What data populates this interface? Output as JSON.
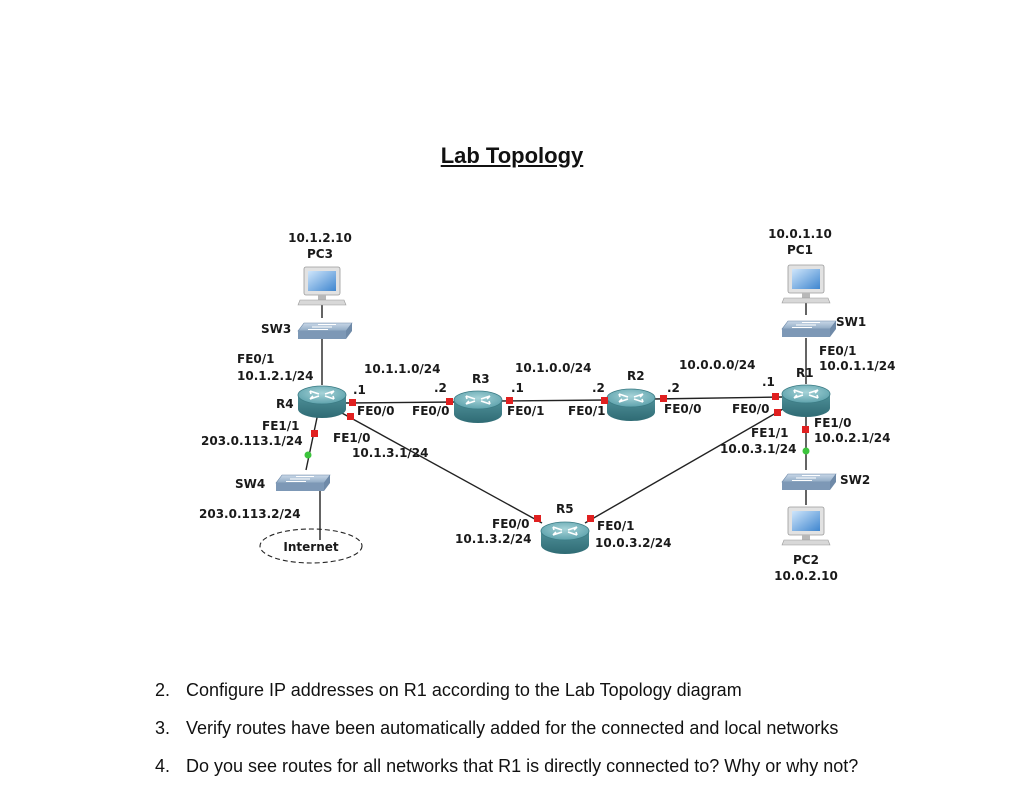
{
  "title": "Lab Topology",
  "devices": {
    "pc3": {
      "ip": "10.1.2.10",
      "name": "PC3"
    },
    "pc1": {
      "ip": "10.0.1.10",
      "name": "PC1"
    },
    "pc2": {
      "ip": "10.0.2.10",
      "name": "PC2"
    },
    "sw1": "SW1",
    "sw2": "SW2",
    "sw3": "SW3",
    "sw4": "SW4",
    "r1": "R1",
    "r2": "R2",
    "r3": "R3",
    "r4": "R4",
    "r5": "R5",
    "internet": "Internet"
  },
  "labels": {
    "r4_fe01": "FE0/1",
    "r4_fe01_ip": "10.1.2.1/24",
    "net_r4_r3": "10.1.1.0/24",
    "net_r3_r2": "10.1.0.0/24",
    "net_r2_r1": "10.0.0.0/24",
    "r1_fe01": "FE0/1",
    "r1_fe01_ip": "10.0.1.1/24",
    "dot_r4_r3_left": ".1",
    "dot_r4_r3_right": ".2",
    "dot_r3_r2_left": ".1",
    "dot_r3_r2_right": ".2",
    "dot_r2_r1_left": ".2",
    "dot_r2_r1_right": ".1",
    "r4_fe00": "FE0/0",
    "r3_fe00": "FE0/0",
    "r3_fe01": "FE0/1",
    "r2_fe01": "FE0/1",
    "r2_fe00": "FE0/0",
    "r1_fe00": "FE0/0",
    "r4_fe11": "FE1/1",
    "r4_fe11_ip": "203.0.113.1/24",
    "r4_fe10": "FE1/0",
    "r4_fe10_ip": "10.1.3.1/24",
    "r1_fe11": "FE1/1",
    "r1_fe11_ip": "10.0.3.1/24",
    "r1_fe10": "FE1/0",
    "r1_fe10_ip": "10.0.2.1/24",
    "sw4_ip": "203.0.113.2/24",
    "r5_fe00": "FE0/0",
    "r5_fe00_ip": "10.1.3.2/24",
    "r5_fe01": "FE0/1",
    "r5_fe01_ip": "10.0.3.2/24"
  },
  "steps": [
    {
      "num": "2.",
      "text": "Configure IP addresses on R1 according to the Lab Topology diagram"
    },
    {
      "num": "3.",
      "text": "Verify routes have been automatically added for the connected and local networks"
    },
    {
      "num": "4.",
      "text": "Do you see routes for all networks that R1 is directly connected to? Why or why not?"
    }
  ],
  "colors": {
    "router": "#5fa3ad",
    "switch": "#8fa9c4",
    "port_down": "#e02020",
    "port_up": "#3cc43c"
  }
}
